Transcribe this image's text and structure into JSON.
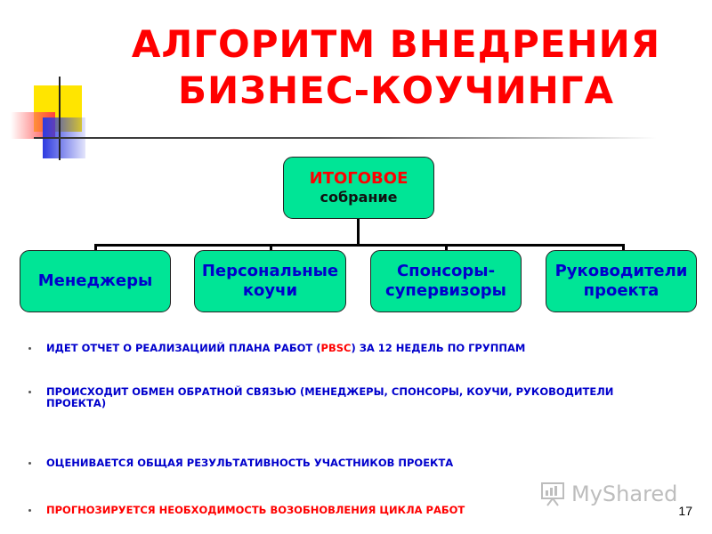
{
  "title_line1": "АЛГОРИТМ ВНЕДРЕНИЯ",
  "title_line2": "БИЗНЕС-КОУЧИНГА",
  "root": {
    "line1": "ИТОГОВОЕ",
    "line2": "собрание"
  },
  "children": [
    {
      "line1": "Менеджеры",
      "line2": ""
    },
    {
      "line1": "Персональные",
      "line2": "коучи"
    },
    {
      "line1": "Спонсоры-",
      "line2": "супервизоры"
    },
    {
      "line1": "Руководители",
      "line2": "проекта"
    }
  ],
  "bullets": {
    "b1_pre": "ИДЕТ ОТЧЕТ О РЕАЛИЗАЦИИЙ ПЛАНА РАБОТ (",
    "b1_red": "PBSC",
    "b1_post": ") ЗА 12 НЕДЕЛЬ ПО ГРУППАМ",
    "b2": "ПРОИСХОДИТ ОБМЕН ОБРАТНОЙ СВЯЗЬЮ (МЕНЕДЖЕРЫ, СПОНСОРЫ, КОУЧИ, РУКОВОДИТЕЛИ ПРОЕКТА)",
    "b3": "ОЦЕНИВАЕТСЯ ОБЩАЯ РЕЗУЛЬТАТИВНОСТЬ УЧАСТНИКОВ ПРОЕКТА",
    "b4": "ПРОГНОЗИРУЕТСЯ НЕОБХОДИМОСТЬ ВОЗОБНОВЛЕНИЯ ЦИКЛА РАБОТ"
  },
  "watermark": "MyShared",
  "page_number": "17",
  "colors": {
    "title": "#ff0000",
    "box_fill": "#00e596",
    "child_text": "#0000cc",
    "bullet_text": "#0000cc",
    "highlight": "#ff0000"
  }
}
